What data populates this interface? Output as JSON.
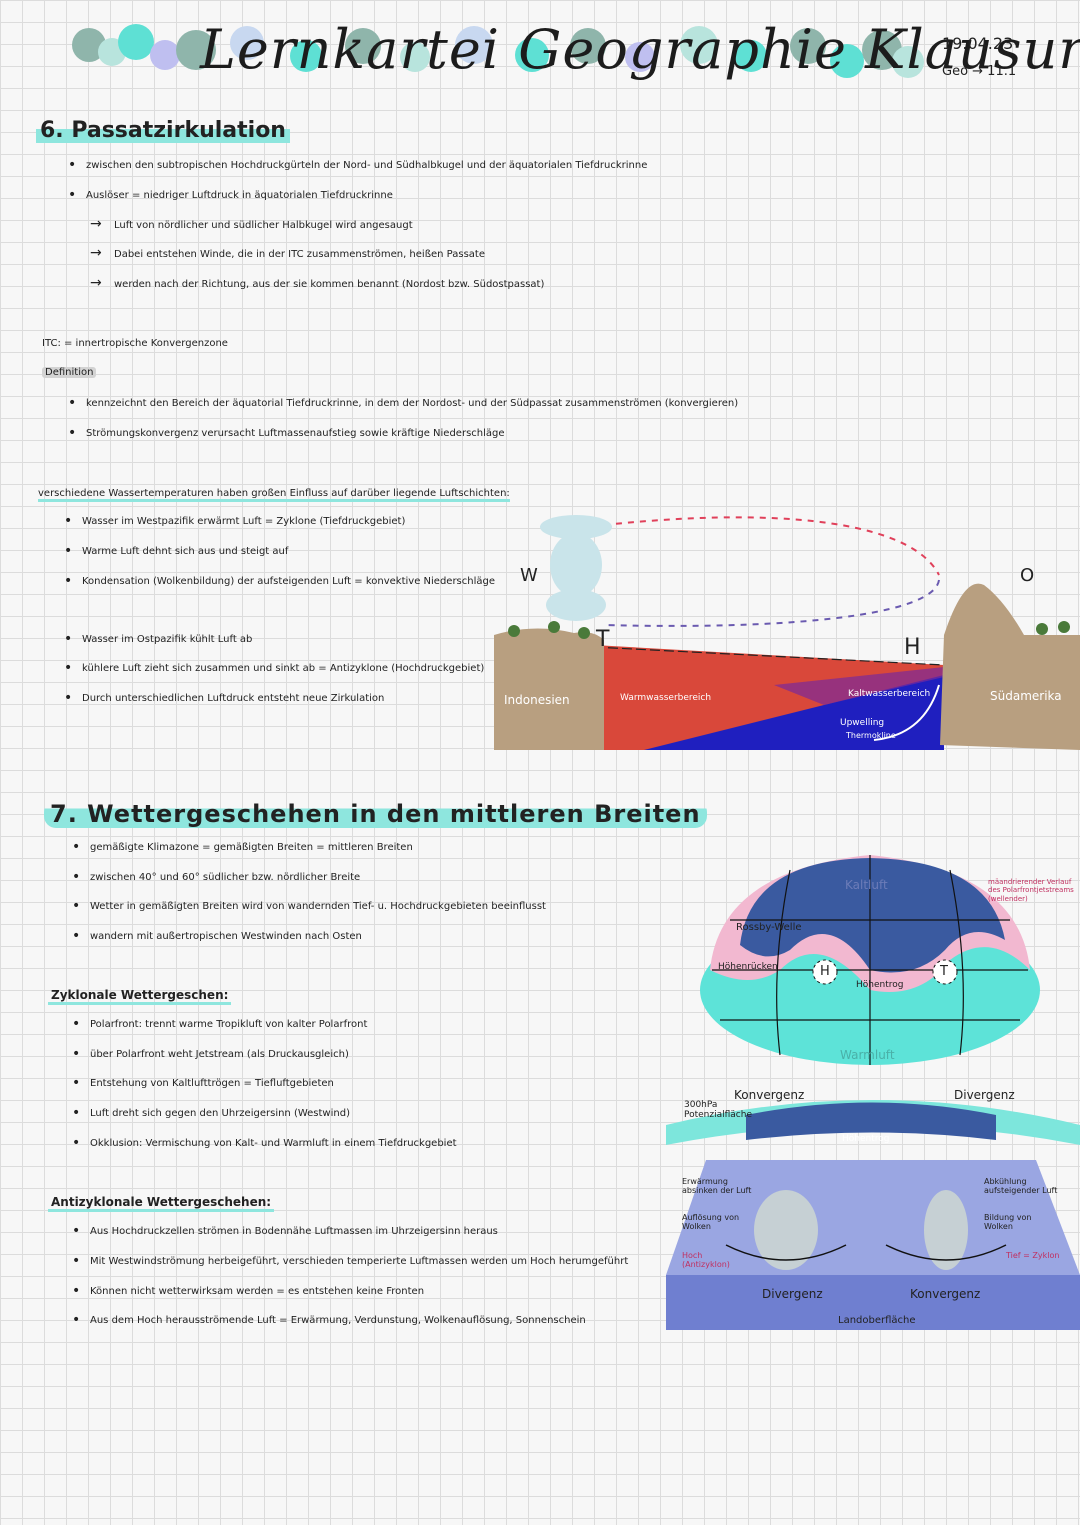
{
  "header": {
    "title": "Lernkartei Geographie Klausur",
    "date": "19.04.23",
    "subject": "Geo → 11.1"
  },
  "section6": {
    "title": "6. Passatzirkulation",
    "bullets": [
      "zwischen den subtropischen Hochdruckgürteln der Nord- und Südhalbkugel und der äquatorialen Tiefdruckrinne",
      "Auslöser = niedriger Luftdruck in äquatorialen Tiefdruckrinne"
    ],
    "arrows": [
      "Luft von nördlicher und südlicher Halbkugel wird angesaugt",
      "Dabei entstehen Winde, die in der ITC zusammenströmen, heißen Passate",
      "werden nach der Richtung, aus der sie kommen benannt (Nordost bzw. Südostpassat)"
    ],
    "itc": "ITC: = innertropische Konvergenzone",
    "def_label": "Definition",
    "def_bullets": [
      "kennzeichnt den Bereich der äquatorial Tiefdruckrinne, in dem der Nordost- und der Südpassat zusammenströmen (konvergieren)",
      "Strömungskonvergenz verursacht Luftmassenaufstieg sowie kräftige Niederschläge"
    ],
    "water_heading": "verschiedene Wassertemperaturen haben großen Einfluss auf darüber liegende Luftschichten:",
    "water_bullets": [
      "Wasser im Westpazifik erwärmt Luft = Zyklone (Tiefdruckgebiet)",
      "Warme Luft dehnt sich aus und steigt auf",
      "Kondensation (Wolkenbildung) der aufsteigenden Luft = konvektive Niederschläge",
      "Wasser im Ostpazifik kühlt Luft ab",
      "kühlere Luft zieht sich zusammen und sinkt ab = Antizyklone (Hochdruckgebiet)",
      "Durch unterschiedlichen Luftdruck entsteht neue Zirkulation"
    ],
    "diagram": {
      "west": "W",
      "east": "O",
      "low": "T",
      "high": "H",
      "left_land": "Indonesien",
      "right_land": "Südamerika",
      "warm_water": "Warmwasserbereich",
      "cold_water": "Kaltwasserbereich",
      "upwelling": "Upwelling",
      "thermocline": "Thermokline",
      "colors": {
        "warm": "#d9483a",
        "cold": "#1f1fbf",
        "land": "#b89f80"
      }
    }
  },
  "section7": {
    "title": "7. Wettergeschehen in den mittleren Breiten",
    "bullets": [
      "gemäßigte Klimazone = gemäßigten Breiten = mittleren Breiten",
      "zwischen 40° und 60° südlicher bzw. nördlicher Breite",
      "Wetter in gemäßigten Breiten wird von wandernden Tief- u. Hochdruckgebieten beeinflusst",
      "wandern mit außertropischen Westwinden nach Osten"
    ],
    "cyclonal_heading": "Zyklonale Wettergeschen:",
    "cyclonal_bullets": [
      "Polarfront: trennt warme Tropikluft von kalter Polarfront",
      "über Polarfront weht Jetstream (als Druckausgleich)",
      "Entstehung von Kaltlufttrögen = Tiefluftgebieten",
      "Luft dreht sich gegen den Uhrzeigersinn (Westwind)",
      "Okklusion: Vermischung von Kalt- und Warmluft in einem Tiefdruckgebiet"
    ],
    "anticyclonal_heading": "Antizyklonale Wettergeschehen:",
    "anticyclonal_bullets": [
      "Aus Hochdruckzellen strömen in Bodennähe Luftmassen im Uhrzeigersinn heraus",
      "Mit Westwindströmung herbeigeführt, verschieden temperierte Luftmassen werden um Hoch herumgeführt",
      "Können nicht wetterwirksam werden = es entstehen keine Fronten",
      "Aus dem Hoch herausströmende Luft = Erwärmung, Verdunstung, Wolkenauflösung, Sonnenschein"
    ],
    "globe": {
      "kaltluft": "Kaltluft",
      "warmluft": "Warmluft",
      "rossby": "Rossby-Welle",
      "ridge": "Höhenrücken",
      "trough": "Höhentrog",
      "high": "H",
      "low": "T",
      "jet_note": "mäandrierender Verlauf des Polarfrontjetstreams (wellender)"
    },
    "box": {
      "konvergenz_top": "Konvergenz",
      "divergenz_top": "Divergenz",
      "pressure": "300hPa Potenzialfläche",
      "trough": "Höhentrog",
      "left_notes": [
        "Erwärmung absinken der Luft",
        "Auflösung von Wolken",
        "Hoch (Antizyklon)"
      ],
      "right_notes": [
        "Abkühlung aufsteigender Luft",
        "Bildung von Wolken",
        "Tief = Zyklon"
      ],
      "divergenz_bottom": "Divergenz",
      "konvergenz_bottom": "Konvergenz",
      "ground": "Landoberfläche"
    }
  }
}
